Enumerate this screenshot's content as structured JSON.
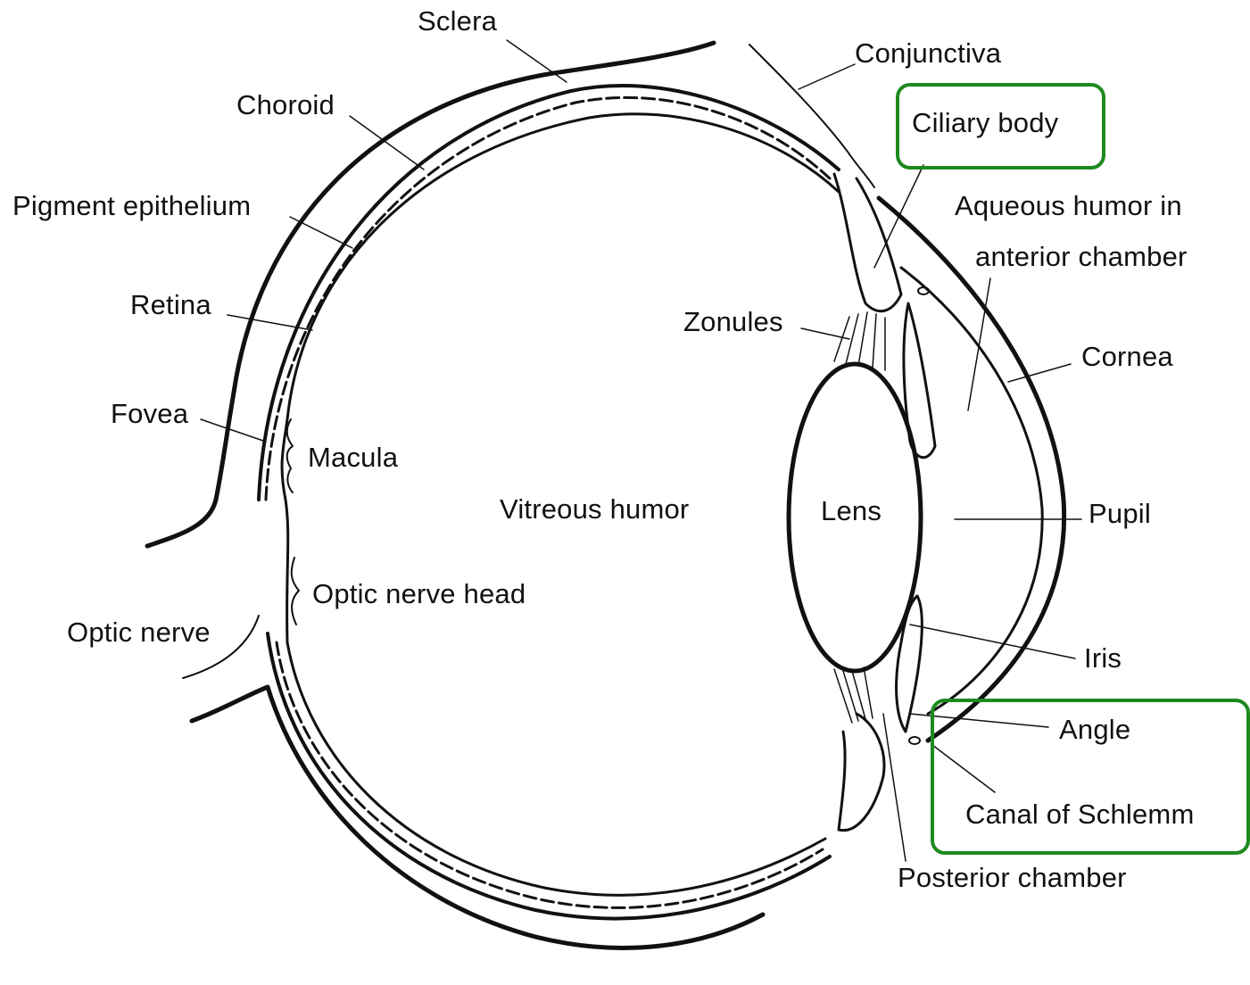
{
  "labels": {
    "sclera": "Sclera",
    "conjunctiva": "Conjunctiva",
    "choroid": "Choroid",
    "ciliary_body": "Ciliary body",
    "pigment_epithelium": "Pigment epithelium",
    "aqueous_line1": "Aqueous humor in",
    "aqueous_line2": "anterior chamber",
    "retina": "Retina",
    "zonules": "Zonules",
    "cornea": "Cornea",
    "fovea": "Fovea",
    "macula": "Macula",
    "vitreous_humor": "Vitreous humor",
    "lens": "Lens",
    "pupil": "Pupil",
    "optic_nerve_head": "Optic nerve head",
    "optic_nerve": "Optic nerve",
    "iris": "Iris",
    "angle": "Angle",
    "canal_of_schlemm": "Canal of Schlemm",
    "posterior_chamber": "Posterior chamber"
  },
  "highlight_color": "#1e8a1e",
  "line_color": "#111111"
}
